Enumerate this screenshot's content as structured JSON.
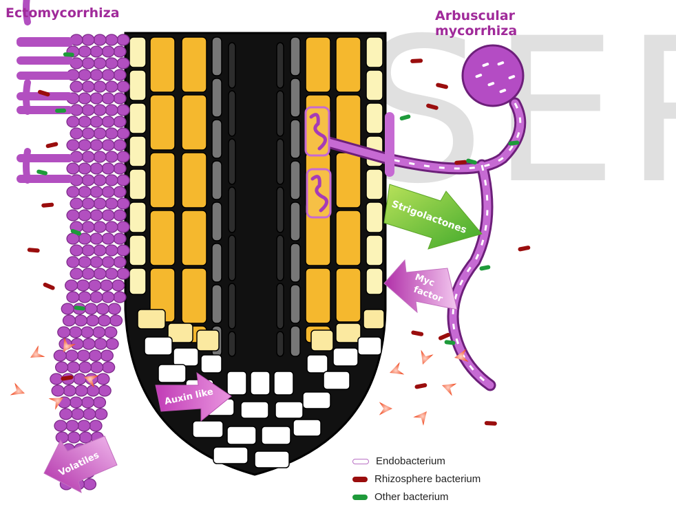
{
  "titles": {
    "ectomycorrhiza": "Ectomycorrhiza",
    "arbuscular_line1": "Arbuscular",
    "arbuscular_line2": "mycorrhiza"
  },
  "watermark": "SER",
  "arrows": {
    "strigolactones": "Strigolactones",
    "myc_line1": "Myc",
    "myc_line2": "factor",
    "auxin": "Auxin like",
    "volatiles": "Volatiles"
  },
  "legend": [
    {
      "label": "Endobacterium",
      "color": "#ffffff"
    },
    {
      "label": "Rhizosphere bacterium",
      "color": "#9a0d0d"
    },
    {
      "label": "Other bacterium",
      "color": "#1e9a3a"
    }
  ],
  "colors": {
    "fungus": "#b24fc0",
    "fungus_dark": "#7d2a8a",
    "cortex": "#f5b82e",
    "epidermis": "#fbf3b8",
    "stele": "#1a1a1a",
    "strigolactone_arrow": "#7ccc2e",
    "myc_arrow": "#c14fbe",
    "volatile_particle": "#f0502a"
  }
}
